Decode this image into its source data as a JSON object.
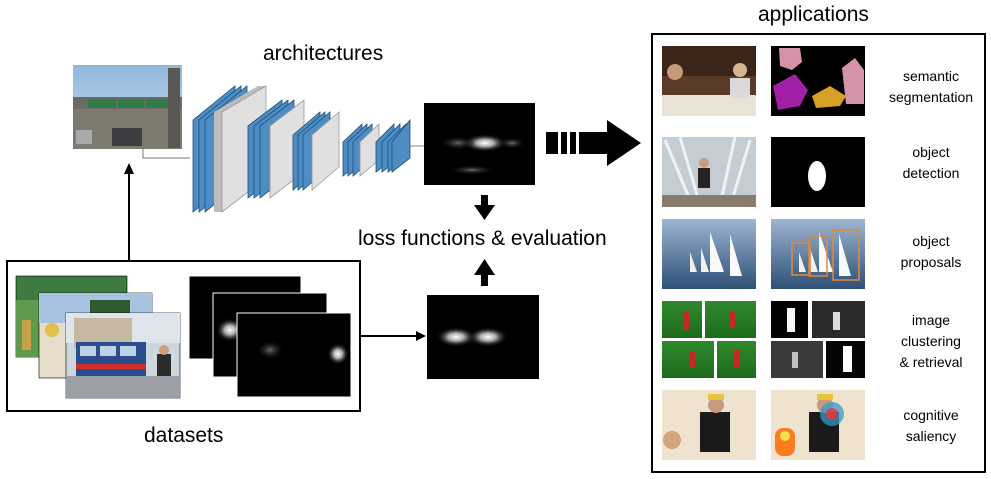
{
  "labels": {
    "architectures": "architectures",
    "loss": "loss functions & evaluation",
    "datasets": "datasets",
    "applications": "applications"
  },
  "applications": [
    {
      "line1": "semantic",
      "line2": "segmentation"
    },
    {
      "line1": "object",
      "line2": "detection"
    },
    {
      "line1": "object",
      "line2": "proposals"
    },
    {
      "line1": "image",
      "line2": "clustering",
      "line3": "& retrieval"
    },
    {
      "line1": "cognitive",
      "line2": "saliency"
    }
  ],
  "colors": {
    "layer_blue": "#4d8dc4",
    "layer_gray": "#d9d9d9",
    "frame": "#000000"
  }
}
